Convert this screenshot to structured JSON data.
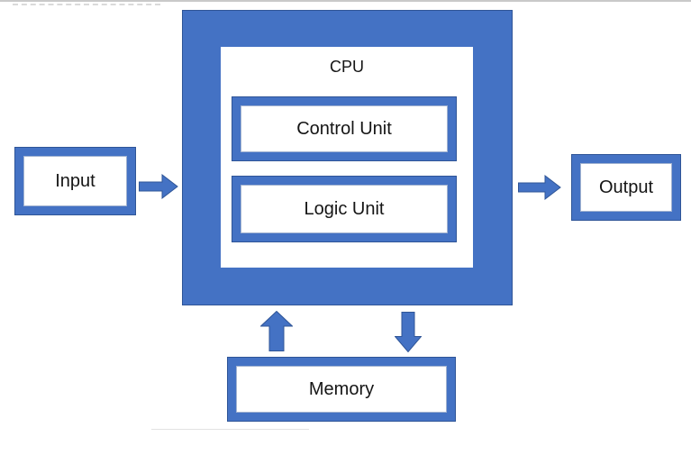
{
  "diagram": {
    "nodes": {
      "input": {
        "label": "Input"
      },
      "cpu": {
        "label": "CPU"
      },
      "control_unit": {
        "label": "Control Unit"
      },
      "logic_unit": {
        "label": "Logic Unit"
      },
      "output": {
        "label": "Output"
      },
      "memory": {
        "label": "Memory"
      }
    },
    "connections": [
      {
        "from": "input",
        "to": "cpu",
        "arrow": "right"
      },
      {
        "from": "cpu",
        "to": "output",
        "arrow": "right"
      },
      {
        "from": "memory",
        "to": "cpu",
        "arrow": "up"
      },
      {
        "from": "cpu",
        "to": "memory",
        "arrow": "down"
      }
    ],
    "colors": {
      "shape_fill": "#4472C4",
      "shape_outline": "#2F5597",
      "inner_fill": "#FFFFFF",
      "text": "#151515",
      "page_border": "#C9C9C9"
    }
  }
}
